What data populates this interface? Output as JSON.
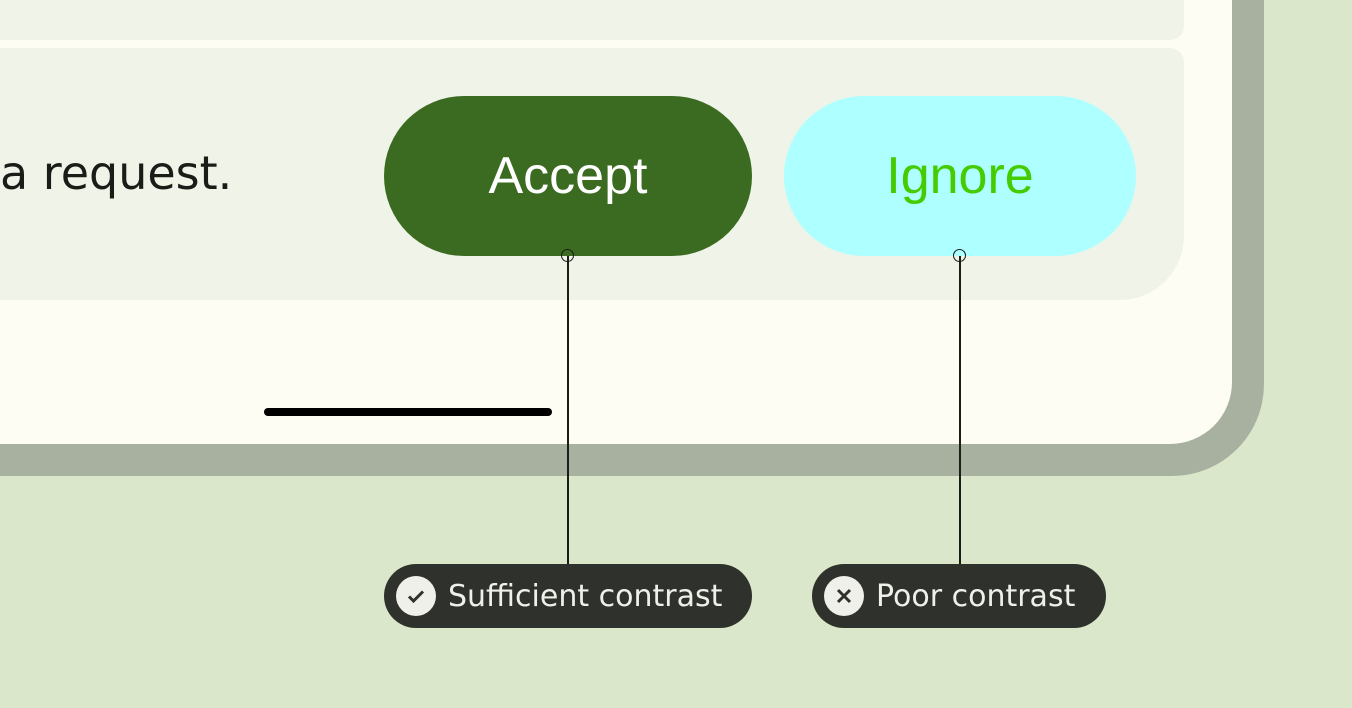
{
  "message_fragment": "a request.",
  "buttons": {
    "accept": "Accept",
    "ignore": "Ignore"
  },
  "annotations": [
    {
      "label": "Sufficient contrast",
      "icon": "check-circle-icon"
    },
    {
      "label": "Poor contrast",
      "icon": "x-circle-icon"
    }
  ],
  "colors": {
    "background": "#dbe7cb",
    "accent_button": "#3a6b20",
    "ignore_button": "#aeffff",
    "ignore_text": "#44cc00",
    "annotation_pill": "#2f312c"
  }
}
